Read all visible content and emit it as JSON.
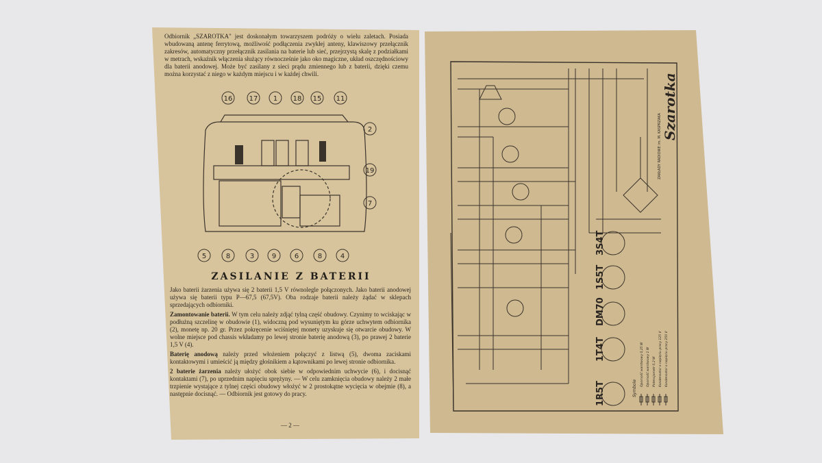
{
  "left_page": {
    "intro": "Odbiornik „SZAROTKA\" jest doskonałym towarzyszem podróży o wielu zaletach. Posiada wbudowaną antenę ferrytową, możliwość podłączenia zwykłej anteny, klawiszowy przełącznik zakresów, automatyczny przełącznik zasilania na baterie lub sieć, przejrzystą skalę z podziałkami w metrach, wskaźnik włączenia służący równocześnie jako oko magiczne, układ oszczędnościowy dla baterii anodowej. Może być zasilany z sieci prądu zmiennego lub z baterii, dzięki czemu można korzystać z niego w każdym miejscu i w każdej chwili.",
    "diagram_labels_top": [
      "16",
      "17",
      "1",
      "18",
      "15",
      "11"
    ],
    "diagram_labels_right": [
      "2",
      "19",
      "7"
    ],
    "diagram_labels_bottom": [
      "5",
      "8",
      "3",
      "9",
      "6",
      "8",
      "4"
    ],
    "heading": "ZASILANIE Z BATERII",
    "p1": "Jako baterii żarzenia używa się 2 baterii 1,5 V równolegle połączonych. Jako baterii anodowej używa się baterii typu P—67,5 (67,5V). Oba rodzaje baterii należy żądać w sklepach sprzedających odbiorniki.",
    "p2_bold": "Zamontowanie baterii.",
    "p2": " W tym celu należy zdjąć tylną część obudowy. Czynimy to wciskając w podłużną szczelinę w obudowie (1), widoczną pod wysuniętym ku górze uchwytem odbiornika (2), monetę np. 20 gr. Przez pokręcenie wciśniętej monety uzyskuje się otwarcie obudowy. W wolne miejsce pod chassis wkładamy po lewej stronie baterię anodową (3), po prawej 2 baterie 1,5 V (4).",
    "p3_bold": "Baterię anodową",
    "p3": " należy przed włożeniem połączyć z listwą (5), dwoma zaciskami kontaktowymi i umieścić ją między głośnikiem a kątownikami po lewej stronie odbiornika.",
    "p4_bold": "2 baterie żarzenia",
    "p4": " należy ułożyć obok siebie w odpowiednim uchwycie (6), i docisnąć kontaktami (7), po uprzednim napięciu sprężyny. — W celu zamknięcia obudowy należy 2 małe trzpienie wystające z tylnej części obudowy włożyć w 2 prostokątne wycięcia w obejmie (8), a następnie docisnąć. — Odbiornik jest gotowy do pracy.",
    "page_number": "— 2 —"
  },
  "right_page": {
    "brand": "Szarotka",
    "maker": "ZAKŁADY RADIOWE im. M. KASPRZAKA",
    "tubes": [
      "1R5T",
      "1T4T",
      "DM70",
      "1S5T",
      "3S4T"
    ],
    "legend_title": "Symbole",
    "legend": [
      "Oporność warstwowy 0,25 W",
      "Oporność warstwowy 1 W",
      "Potencjometr 0,2 W",
      "Kondensator o napięciu pracy 125 V",
      "Kondensator o napięciu pracy 250 V"
    ]
  }
}
